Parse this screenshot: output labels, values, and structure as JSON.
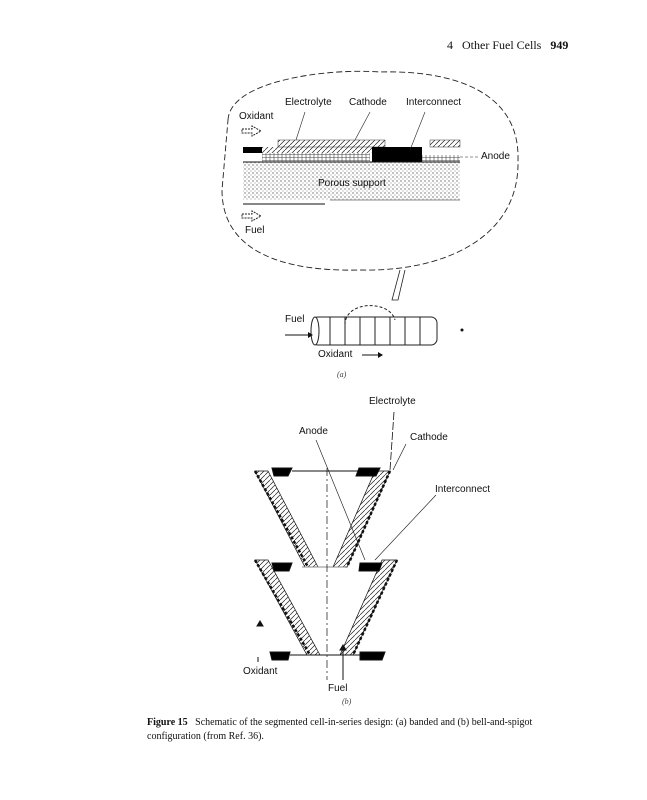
{
  "header": {
    "chapter": "4",
    "section_title": "Other Fuel Cells",
    "page_number": "949"
  },
  "figure_a": {
    "labels": {
      "electrolyte": "Electrolyte",
      "cathode": "Cathode",
      "interconnect": "Interconnect",
      "oxidant_top": "Oxidant",
      "anode": "Anode",
      "porous_support": "Porous support",
      "fuel_inset": "Fuel",
      "fuel": "Fuel",
      "oxidant": "Oxidant"
    },
    "sublabel": "(a)"
  },
  "figure_b": {
    "labels": {
      "electrolyte": "Electrolyte",
      "anode": "Anode",
      "cathode": "Cathode",
      "interconnect": "Interconnect",
      "oxidant": "Oxidant",
      "fuel": "Fuel"
    },
    "sublabel": "(b)"
  },
  "caption": {
    "figure_label": "Figure 15",
    "text": "Schematic of the segmented cell-in-series design: (a) banded and (b) bell-and-spigot configuration (from Ref. 36)."
  }
}
